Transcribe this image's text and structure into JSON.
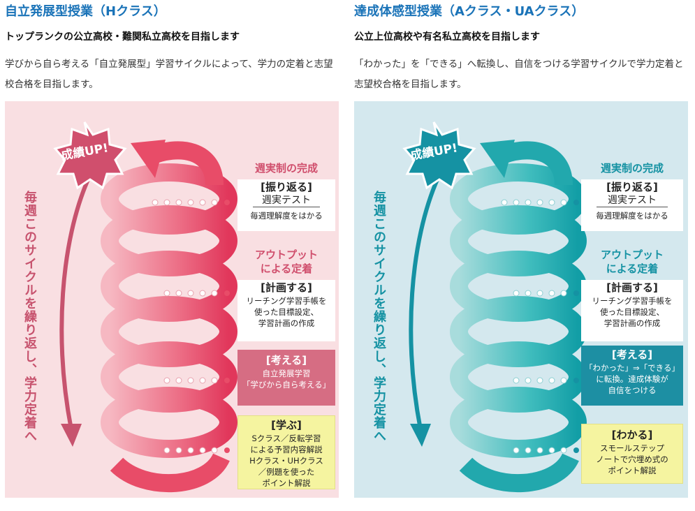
{
  "left": {
    "title": "自立発展型授業（Hクラス）",
    "subtitle": "トップランクの公立高校・難関私立高校を目指します",
    "description": "学びから自ら考える「自立発展型」学習サイクルによって、学力の定着と志望校合格を目指します。",
    "badge": "成績UP!",
    "vertical_text": "毎週このサイクルを繰り返し、学力定着へ",
    "stage1_head": "週実制の完成",
    "stage1_box_title": "[振り返る]",
    "stage1_box_sub": "週実テスト",
    "stage1_box_desc": "毎週理解度をはかる",
    "stage2_head_line1": "アウトプット",
    "stage2_head_line2": "による定着",
    "stage2_box_title": "[計画する]",
    "stage2_box_desc_line1": "リーチング学習手帳を",
    "stage2_box_desc_line2": "使った目標設定、",
    "stage2_box_desc_line3": "学習計画の作成",
    "stage3_box_title": "[考える]",
    "stage3_box_desc_line1": "自立発展学習",
    "stage3_box_desc_line2": "「学びから自ら考える」",
    "stage4_box_title": "[学ぶ]",
    "stage4_box_desc_line1": "Sクラス／反転学習",
    "stage4_box_desc_line2": "による予習内容解説",
    "stage4_box_desc_line3": "Hクラス・UHクラス",
    "stage4_box_desc_line4": "／例題を使った",
    "stage4_box_desc_line5": "ポイント解説",
    "colors": {
      "panel": "#f9dfe2",
      "spiral": "#e8536f",
      "accent": "#d04f6d"
    }
  },
  "right": {
    "title": "達成体感型授業（Aクラス・UAクラス）",
    "subtitle": "公立上位高校や有名私立高校を目指します",
    "description": "「わかった」を「できる」へ転換し、自信をつける学習サイクルで学力定着と志望校合格を目指します。",
    "badge": "成績UP!",
    "vertical_text": "毎週このサイクルを繰り返し、学力定着へ",
    "stage1_head": "週実制の完成",
    "stage1_box_title": "[振り返る]",
    "stage1_box_sub": "週実テスト",
    "stage1_box_desc": "毎週理解度をはかる",
    "stage2_head_line1": "アウトプット",
    "stage2_head_line2": "による定着",
    "stage2_box_title": "[計画する]",
    "stage2_box_desc_line1": "リーチング学習手帳を",
    "stage2_box_desc_line2": "使った目標設定、",
    "stage2_box_desc_line3": "学習計画の作成",
    "stage3_box_title": "[考える]",
    "stage3_box_desc_line1": "「わかった」⇒「できる」",
    "stage3_box_desc_line2": "に転換。達成体験が",
    "stage3_box_desc_line3": "自信をつける",
    "stage4_box_title": "[わかる]",
    "stage4_box_desc_line1": "スモールステップ",
    "stage4_box_desc_line2": "ノートで穴埋め式の",
    "stage4_box_desc_line3": "ポイント解説",
    "colors": {
      "panel": "#d4e8ee",
      "spiral": "#2bb0b4",
      "accent": "#1592a3"
    }
  }
}
